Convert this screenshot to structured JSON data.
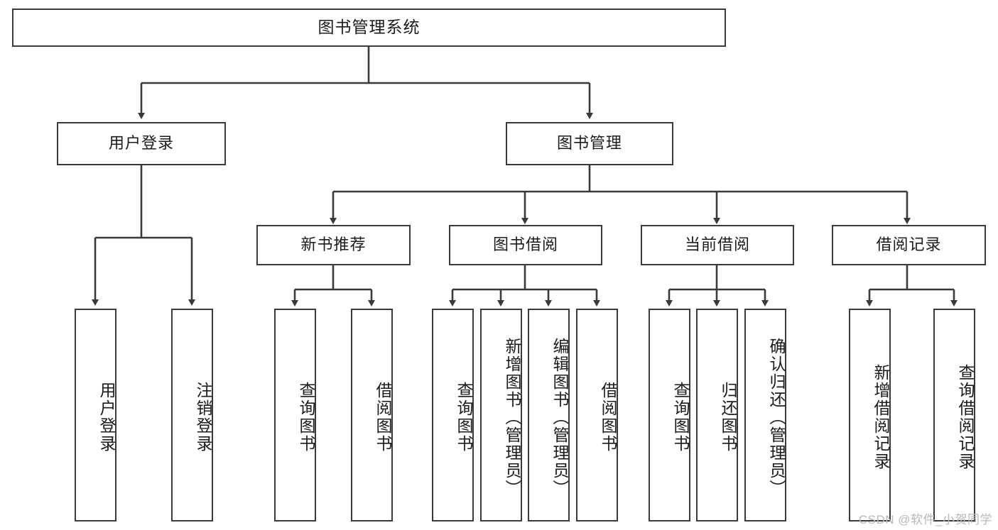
{
  "diagram": {
    "title": "图书管理系统",
    "type": "hierarchy-tree",
    "background_color": "#ffffff",
    "line_color": "#3a3a3a",
    "text_color": "#1b1b1b",
    "nodes": {
      "root": {
        "label": "图书管理系统"
      },
      "level2": [
        {
          "label": "用户登录"
        },
        {
          "label": "图书管理"
        }
      ],
      "level3": [
        {
          "label": "新书推荐"
        },
        {
          "label": "图书借阅"
        },
        {
          "label": "当前借阅"
        },
        {
          "label": "借阅记录"
        }
      ],
      "leaves_user_login": [
        {
          "label": "用户登录"
        },
        {
          "label": "注销登录"
        }
      ],
      "leaves_new_book": [
        {
          "label": "查询图书"
        },
        {
          "label": "借阅图书"
        }
      ],
      "leaves_borrow": [
        {
          "label": "查询图书"
        },
        {
          "label": "新增图书（管理员）"
        },
        {
          "label": "编辑图书（管理员）"
        },
        {
          "label": "借阅图书"
        }
      ],
      "leaves_current": [
        {
          "label": "查询图书"
        },
        {
          "label": "归还图书"
        },
        {
          "label": "确认归还（管理员）"
        }
      ],
      "leaves_records": [
        {
          "label": "新增借阅记录"
        },
        {
          "label": "查询借阅记录"
        }
      ]
    }
  },
  "watermark": {
    "text": "CSDN @软件_小贺同学"
  }
}
